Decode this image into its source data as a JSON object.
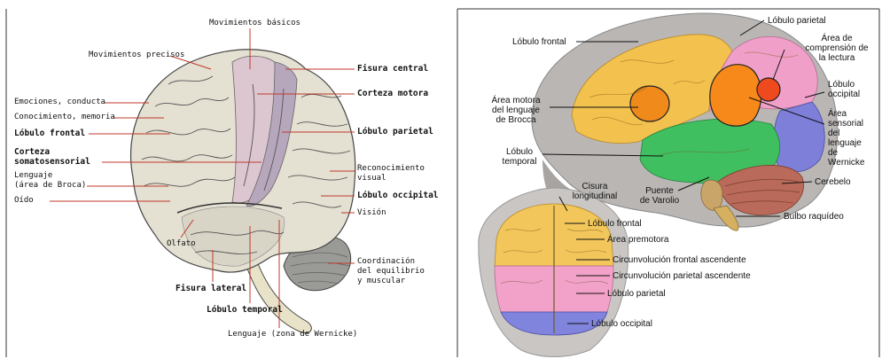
{
  "left_diagram": {
    "labels": {
      "movimientos_basicos": "Movimientos básicos",
      "movimientos_precisos": "Movimientos precisos",
      "fisura_central": "Fisura central",
      "corteza_motora": "Corteza motora",
      "emociones": "Emociones, conducta",
      "conocimiento": "Conocimiento, memoria",
      "lobulo_frontal": "Lóbulo frontal",
      "lobulo_parietal": "Lóbulo parietal",
      "corteza_somato_1": "Corteza",
      "corteza_somato_2": "somatosensorial",
      "reconocimiento_1": "Reconocimiento",
      "reconocimiento_2": "visual",
      "lenguaje_1": "Lenguaje",
      "lenguaje_2": "(área de Broca)",
      "lobulo_occipital": "Lóbulo occipital",
      "oido": "Oído",
      "vision": "Visión",
      "olfato": "Olfato",
      "coordinacion_1": "Coordinación",
      "coordinacion_2": "del equilibrio",
      "coordinacion_3": "y muscular",
      "fisura_lateral": "Fisura lateral",
      "lobulo_temporal": "Lóbulo temporal",
      "lenguaje_wernicke": "Lenguaje (zona de Wernicke)"
    }
  },
  "right_diagram": {
    "labels": {
      "lobulo_parietal": "Lóbulo parietal",
      "lobulo_frontal": "Lóbulo frontal",
      "area_comp_1": "Área de",
      "area_comp_2": "comprensión de",
      "area_comp_3": "la lectura",
      "lobulo_occipital_1": "Lóbulo",
      "lobulo_occipital_2": "occipital",
      "broca_1": "Área motora",
      "broca_2": "del lenguaje",
      "broca_3": "de Brocca",
      "area_sens_1": "Área",
      "area_sens_2": "sensorial",
      "area_sens_3": "del",
      "area_sens_4": "lenguaje",
      "area_sens_5": "de",
      "area_sens_6": "Wernicke",
      "lobulo_temporal_1": "Lóbulo",
      "lobulo_temporal_2": "temporal",
      "cisura_1": "Cisura",
      "cisura_2": "longitudinal",
      "puente_1": "Puente",
      "puente_2": "de Varolio",
      "cerebelo": "Cerebelo",
      "top_lobulo_frontal": "Lóbulo frontal",
      "bulbo": "Bulbo raquídeo",
      "area_premotora": "Área premotora",
      "circ_frontal": "Circunvolución frontal ascendente",
      "circ_parietal": "Circunvolución parietal ascendente",
      "top_lobulo_parietal": "Lóbulo parietal",
      "top_lobulo_occipital": "Lóbulo occipital"
    }
  }
}
